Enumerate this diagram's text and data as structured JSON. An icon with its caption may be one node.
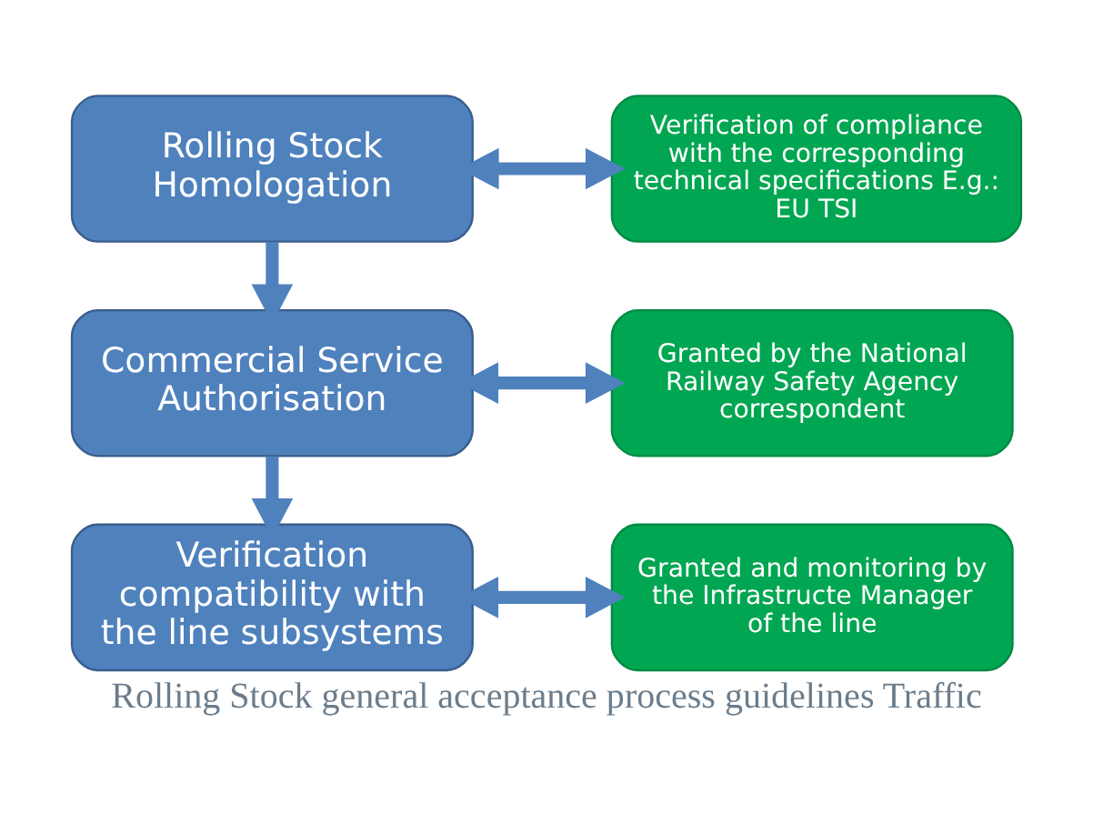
{
  "diagram": {
    "caption": "Rolling Stock general acceptance process guidelines Traffic",
    "nodes": [
      {
        "text": [
          "Rolling Stock Homologation"
        ]
      },
      {
        "text": [
          "Verification of compliance with the corresponding technical specifications E.g.: EU TSI"
        ]
      },
      {
        "text": [
          "Commercial Service Authorisation"
        ]
      },
      {
        "text": [
          "Granted by the National Railway Safety Agency correspondent"
        ]
      },
      {
        "text": [
          "Verification compatibility with the line subsystems"
        ]
      },
      {
        "text": [
          "Granted and monitoring by the Infrastructe Manager of the line"
        ]
      }
    ],
    "edges": [
      {
        "from": 0,
        "to": 1,
        "arrow": "both"
      },
      {
        "from": 0,
        "to": 2,
        "arrow": "to"
      },
      {
        "from": 2,
        "to": 3,
        "arrow": "both"
      },
      {
        "from": 2,
        "to": 4,
        "arrow": "to"
      },
      {
        "from": 4,
        "to": 5,
        "arrow": "both"
      }
    ]
  }
}
